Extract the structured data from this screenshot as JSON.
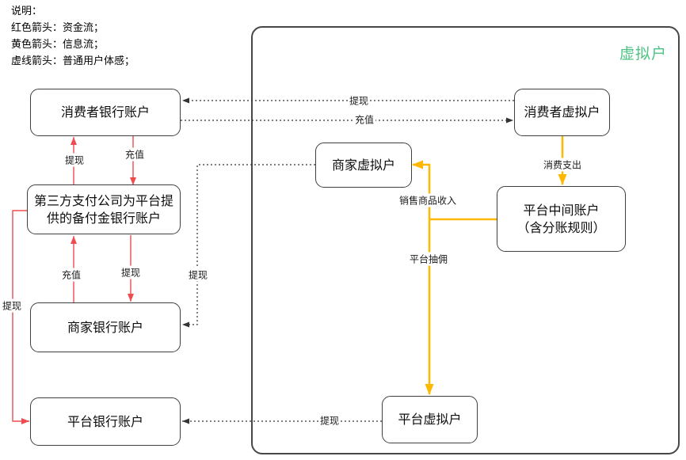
{
  "legend": {
    "title": "说明：",
    "items": [
      "红色箭头：资金流；",
      "黄色箭头：信息流；",
      "虚线箭头：普通用户体感；"
    ]
  },
  "boundary": {
    "label": "虚拟户"
  },
  "nodes": {
    "consumer_bank": {
      "label": "消费者银行账户"
    },
    "consumer_virtual": {
      "label": "消费者虚拟户"
    },
    "merchant_virtual": {
      "label": "商家虚拟户"
    },
    "third_party_reserve": {
      "label": "第三方支付公司为平台提\n供的备付金银行账户"
    },
    "merchant_bank": {
      "label": "商家银行账户"
    },
    "platform_intermediate": {
      "label": "平台中间账户\n（含分账规则）"
    },
    "platform_bank": {
      "label": "平台银行账户"
    },
    "platform_virtual": {
      "label": "平台虚拟户"
    }
  },
  "edge_labels": {
    "withdraw_consumer_dotted": "提现",
    "recharge_consumer_dotted": "充值",
    "withdraw_consumer_bank": "提现",
    "recharge_reserve": "充值",
    "consume_expense": "消费支出",
    "sales_income": "销售商品收入",
    "platform_commission": "平台抽佣",
    "recharge_merchant": "充值",
    "withdraw_merchant": "提现",
    "withdraw_merchant_dotted": "提现",
    "withdraw_platform_red": "提现",
    "withdraw_platform_dotted": "提现"
  },
  "colors": {
    "fund_flow_red": "#f04b4f",
    "info_flow_yellow": "#ffb800",
    "dotted_flow_black": "#333333",
    "boundary_label_green": "#4dc383"
  }
}
